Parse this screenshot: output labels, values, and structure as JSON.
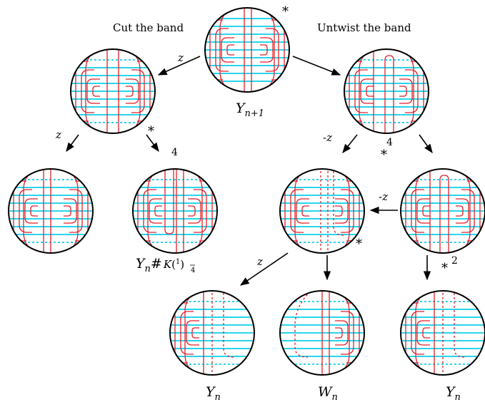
{
  "captions": {
    "cut": "Cut the band",
    "untwist": "Untwist the band"
  },
  "labels": {
    "top": {
      "base": "Y",
      "sub": "n+1"
    },
    "knot": {
      "base": "Y",
      "sub": "n",
      "op": "#",
      "k": "K",
      "frac_num": "1",
      "frac_den": "4"
    },
    "bottom_left": {
      "base": "Y",
      "sub": "n"
    },
    "bottom_mid": {
      "base": "W",
      "sub": "n"
    },
    "bottom_right": {
      "base": "Y",
      "sub": "n"
    }
  },
  "arrow_labels": {
    "z1": "z",
    "z2": "z",
    "z3": "z",
    "mz1": "-z",
    "mz2": "-z"
  },
  "marks": {
    "star": "*",
    "four_a": "4",
    "four_b": "4",
    "two": "2"
  },
  "colors": {
    "ink": "#000000",
    "arc": "#e0202a",
    "band": "#29d5ea"
  }
}
